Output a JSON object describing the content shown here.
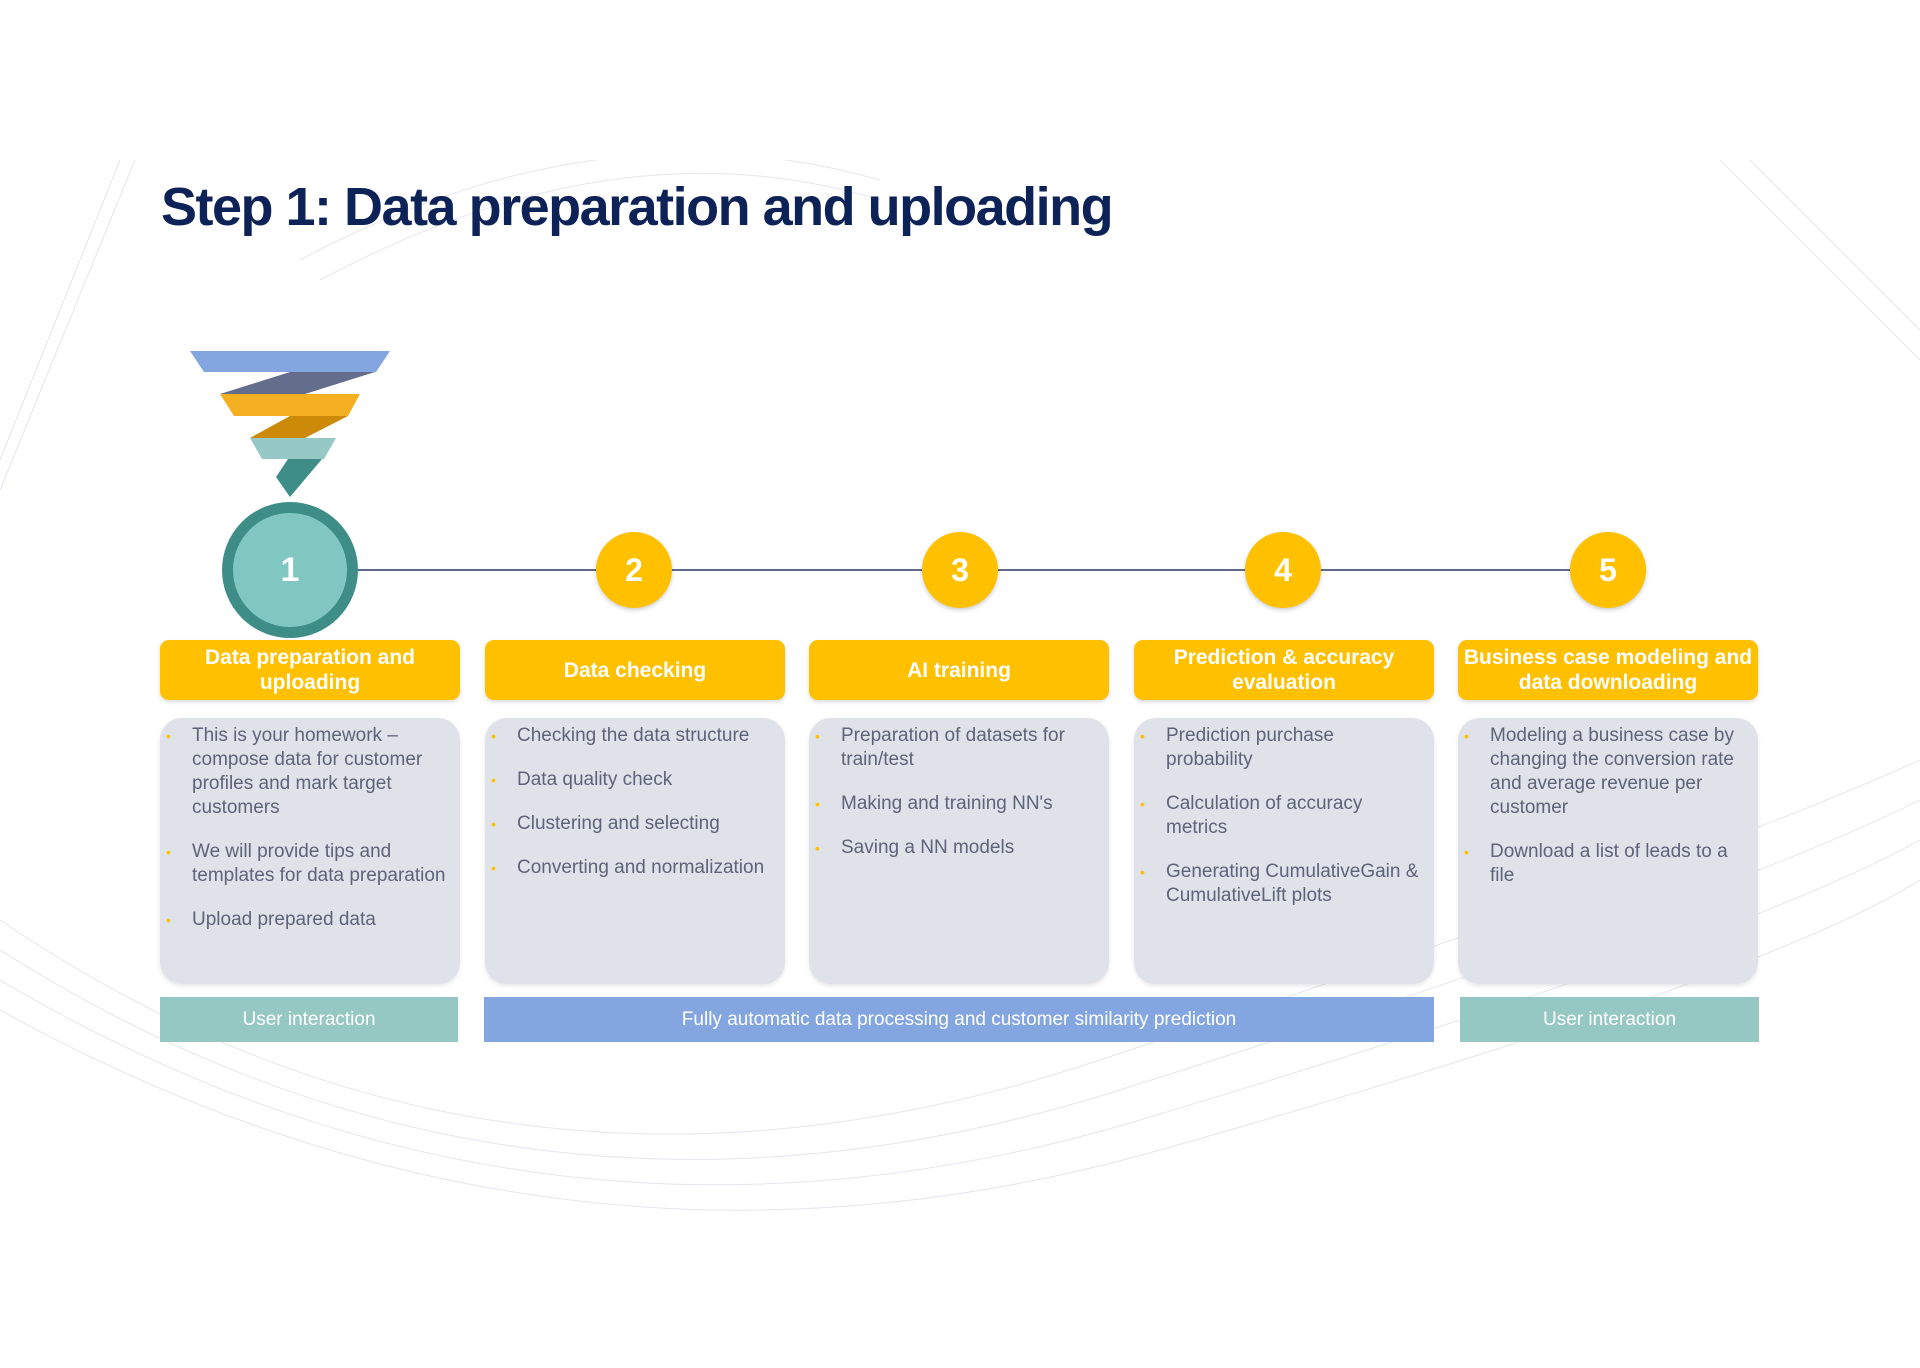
{
  "title": "Step 1: Data preparation and uploading",
  "steps": [
    {
      "number": "1",
      "header": "Data preparation and uploading",
      "bullets": [
        "This is your homework – compose data for customer profiles and mark target customers",
        "We will provide tips and templates for data preparation",
        "Upload prepared data"
      ]
    },
    {
      "number": "2",
      "header": "Data checking",
      "bullets": [
        "Checking the data structure",
        "Data quality check",
        "Clustering and selecting",
        "Converting and normalization"
      ]
    },
    {
      "number": "3",
      "header": "AI training",
      "bullets": [
        "Preparation of datasets for train/test",
        "Making and training NN's",
        "Saving a NN models"
      ]
    },
    {
      "number": "4",
      "header": "Prediction & accuracy evaluation",
      "bullets": [
        "Prediction purchase probability",
        "Calculation of accuracy metrics",
        "Generating CumulativeGain & CumulativeLift plots"
      ]
    },
    {
      "number": "5",
      "header": "Business case modeling and data downloading",
      "bullets": [
        "Modeling a business case by changing the conversion rate and average revenue per customer",
        "Download a list of leads to a file"
      ]
    }
  ],
  "bars": {
    "left": "User interaction",
    "middle": "Fully automatic data processing and customer similarity prediction",
    "right": "User interaction"
  },
  "colors": {
    "accent": "#ffc000",
    "teal": "#3e8e87",
    "title": "#0d2257",
    "auto": "#84a6e0",
    "user": "#95c7c3"
  }
}
